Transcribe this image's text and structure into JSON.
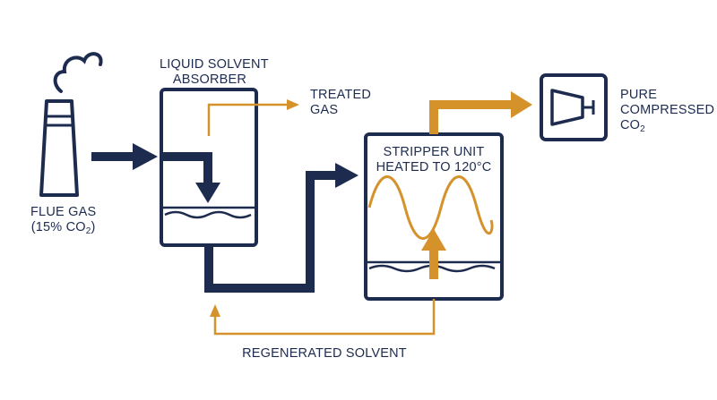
{
  "colors": {
    "navy": "#1d2b4f",
    "orange": "#d6922a",
    "background": "#ffffff"
  },
  "labels": {
    "flue_gas": {
      "line1": "FLUE GAS",
      "line2_prefix": "(15% CO",
      "line2_sub": "2",
      "line2_suffix": ")"
    },
    "absorber": {
      "line1": "LIQUID SOLVENT",
      "line2": "ABSORBER"
    },
    "treated_gas": {
      "line1": "TREATED",
      "line2": "GAS"
    },
    "stripper": {
      "line1": "STRIPPER UNIT",
      "line2": "HEATED TO 120°C"
    },
    "pure_co2": {
      "line1": "PURE",
      "line2": "COMPRESSED",
      "line3_prefix": "CO",
      "line3_sub": "2"
    },
    "regenerated": {
      "line1": "REGENERATED SOLVENT"
    }
  },
  "icons": [
    "smokestack-icon",
    "compressor-icon"
  ]
}
